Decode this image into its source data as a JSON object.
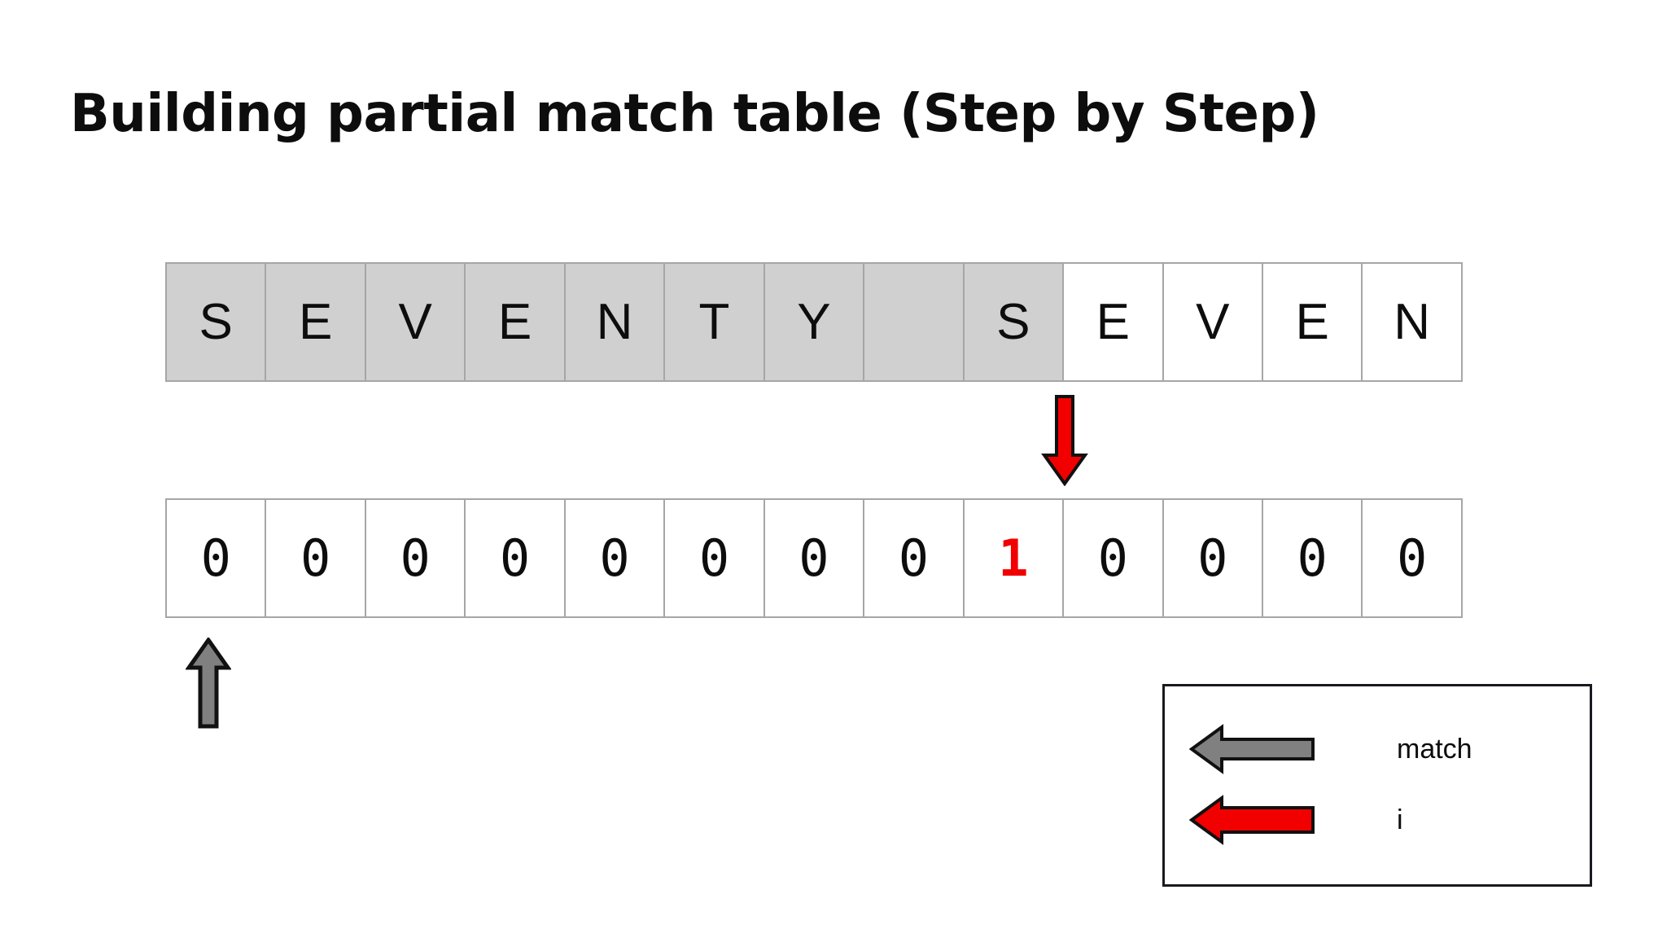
{
  "page": {
    "title": "Building partial match table (Step by Step)",
    "background_color": "#ffffff"
  },
  "colors": {
    "accent_red": "#f20000",
    "arrow_gray": "#808080",
    "shaded_cell": "#d0d0d0",
    "cell_border": "#a6a6a6",
    "legend_border": "#19191f",
    "text": "#0d0d0d"
  },
  "pattern_row": {
    "name": "pattern-string-row",
    "cells": [
      {
        "label": "S",
        "shaded": true
      },
      {
        "label": "E",
        "shaded": true
      },
      {
        "label": "V",
        "shaded": true
      },
      {
        "label": "E",
        "shaded": true
      },
      {
        "label": "N",
        "shaded": true
      },
      {
        "label": "T",
        "shaded": true
      },
      {
        "label": "Y",
        "shaded": true
      },
      {
        "label": "",
        "shaded": true
      },
      {
        "label": "S",
        "shaded": true
      },
      {
        "label": "E",
        "shaded": false
      },
      {
        "label": "V",
        "shaded": false
      },
      {
        "label": "E",
        "shaded": false
      },
      {
        "label": "N",
        "shaded": false
      }
    ]
  },
  "table_row": {
    "name": "partial-match-table-row",
    "cells": [
      {
        "value": "0",
        "highlight": false
      },
      {
        "value": "0",
        "highlight": false
      },
      {
        "value": "0",
        "highlight": false
      },
      {
        "value": "0",
        "highlight": false
      },
      {
        "value": "0",
        "highlight": false
      },
      {
        "value": "0",
        "highlight": false
      },
      {
        "value": "0",
        "highlight": false
      },
      {
        "value": "0",
        "highlight": false
      },
      {
        "value": "1",
        "highlight": true
      },
      {
        "value": "0",
        "highlight": false
      },
      {
        "value": "0",
        "highlight": false
      },
      {
        "value": "0",
        "highlight": false
      },
      {
        "value": "0",
        "highlight": false
      }
    ]
  },
  "pointers": {
    "i_pointer": {
      "icon": "arrow-down-icon",
      "color": "#f20000",
      "column_index": 8,
      "points_to": "1"
    },
    "match_pointer": {
      "icon": "arrow-up-icon",
      "color": "#808080",
      "column_index": 0,
      "points_to": "0"
    }
  },
  "legend": {
    "entries": [
      {
        "icon": "arrow-left-icon",
        "color": "#808080",
        "label": "match"
      },
      {
        "icon": "arrow-left-icon",
        "color": "#f20000",
        "label": "i"
      }
    ]
  }
}
